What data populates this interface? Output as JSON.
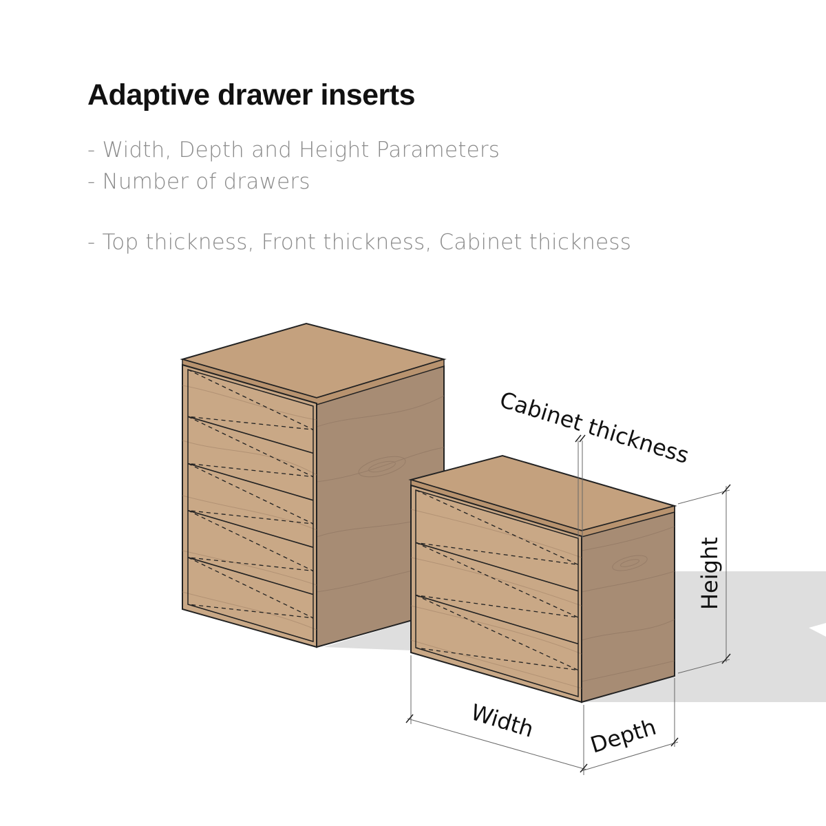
{
  "title": "Adaptive drawer inserts",
  "bullets": [
    "- Width, Depth and Height Parameters",
    "- Number of drawers",
    "- Top thickness, Front thickness, Cabinet thickness"
  ],
  "dimensions": {
    "cabinet_thickness": "Cabinet thickness",
    "height": "Height",
    "width": "Width",
    "depth": "Depth"
  },
  "cabinets": [
    {
      "drawers": 5
    },
    {
      "drawers": 3
    }
  ],
  "colors": {
    "title": "#111111",
    "bullets": "#8a8a8a",
    "wood_front": "#c9a886",
    "wood_top": "#c4a17e",
    "wood_side": "#a78c74",
    "shadow": "#dedede",
    "outline": "#222222"
  }
}
